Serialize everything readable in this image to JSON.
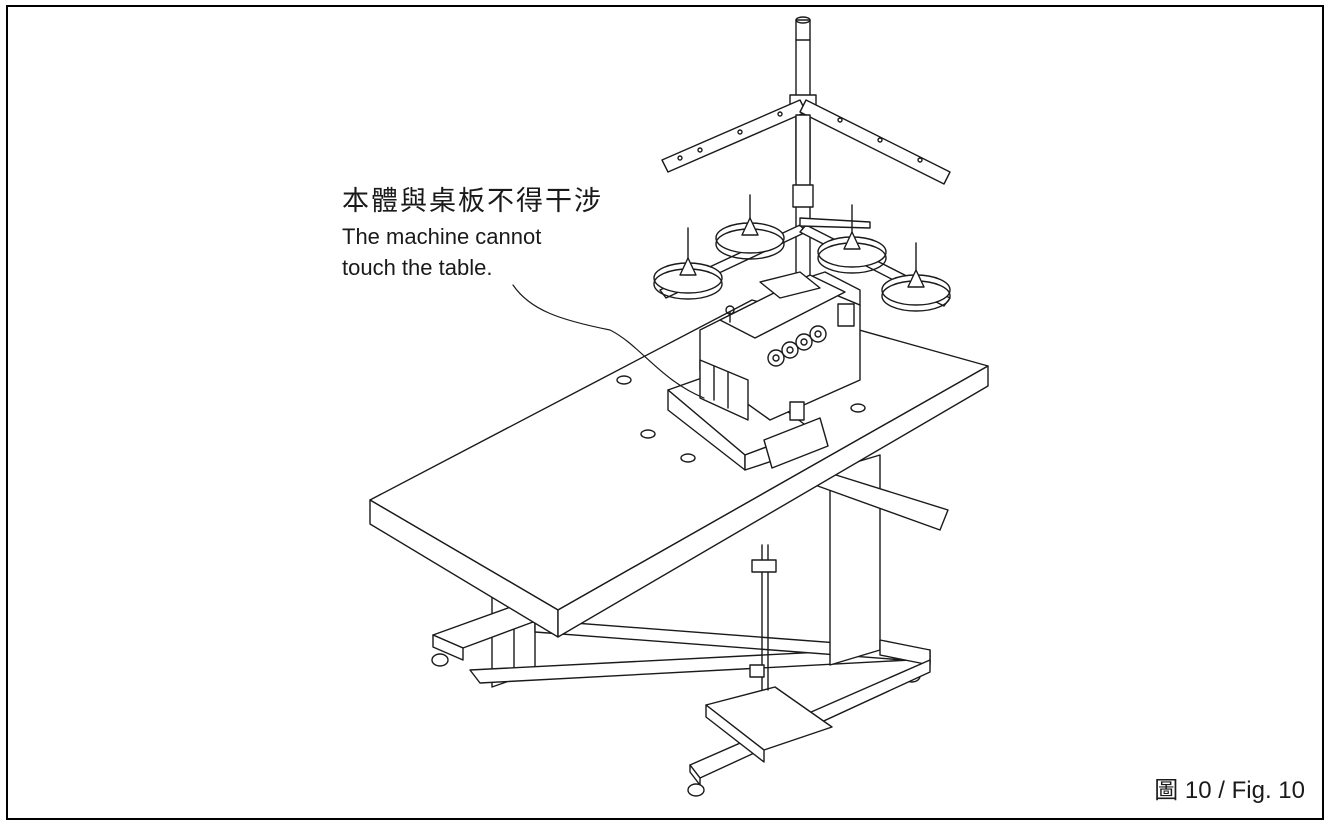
{
  "callout": {
    "zh": "本體與桌板不得干涉",
    "en_line1": "The machine cannot",
    "en_line2": "touch the table."
  },
  "caption": "圖 10 / Fig. 10",
  "colors": {
    "line": "#1a1a1a",
    "paper": "#ffffff",
    "frame": "#000000"
  }
}
